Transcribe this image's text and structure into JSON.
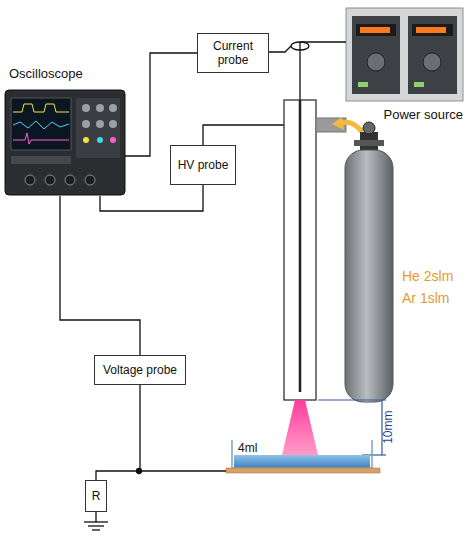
{
  "diagram": {
    "nodes": [
      {
        "text": [
          "Current probe"
        ]
      },
      {
        "text": [
          "Power source"
        ]
      },
      {
        "text": [
          "Oscilloscope"
        ]
      },
      {
        "text": [
          "HV probe"
        ]
      },
      {
        "text": [
          "Voltage probe"
        ]
      },
      {
        "text": [
          "R"
        ]
      }
    ],
    "edges": [
      {
        "from": 0,
        "to": 2,
        "arrow": "none"
      },
      {
        "from": 3,
        "to": 2,
        "arrow": "none"
      },
      {
        "from": 4,
        "to": 2,
        "arrow": "none"
      },
      {
        "from": 4,
        "to": 5,
        "arrow": "none"
      }
    ],
    "labels": [
      "He 2slm",
      "Ar 1slm",
      "10mm",
      "4ml"
    ]
  }
}
